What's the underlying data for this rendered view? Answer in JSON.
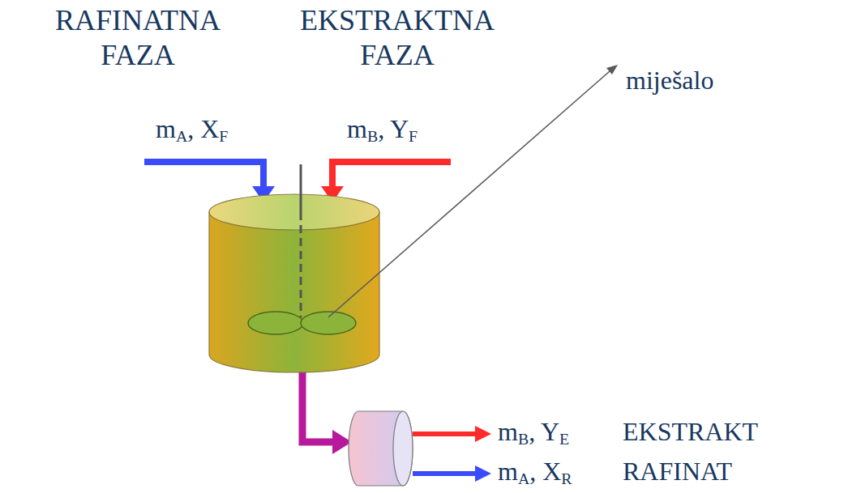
{
  "diagram": {
    "labels": [
      "RAFINATNA FAZA",
      "EKSTRAKTNA FAZA",
      "mA, XF",
      "mB, YF",
      "miješalo",
      "mB, YE",
      "EKSTRAKT",
      "mA, XR",
      "RAFINAT"
    ]
  }
}
